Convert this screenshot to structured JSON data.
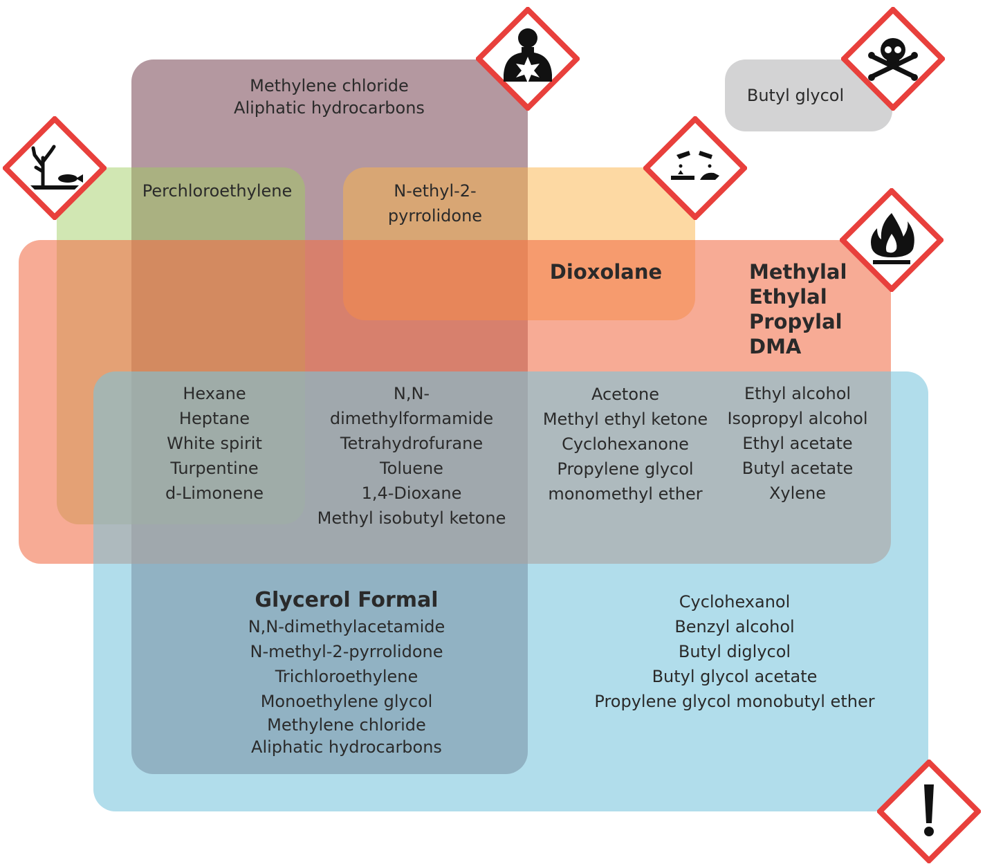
{
  "regions": {
    "cmr": {
      "lines": [
        "Methylene chloride",
        "Aliphatic hydrocarbons"
      ]
    },
    "environment": {
      "lines": [
        "Perchloroethylene"
      ]
    },
    "corrosive": {
      "lines": [
        "N-ethyl-2-",
        "pyrrolidone"
      ]
    },
    "corrosive_flammable": {
      "lines": [
        "Dioxolane"
      ]
    },
    "flammable": {
      "lines": [
        "Methylal",
        "Ethylal",
        "Propylal",
        "DMA"
      ]
    },
    "toxic": {
      "lines": [
        "Butyl glycol"
      ]
    },
    "env_flam_harm": {
      "lines": [
        "Hexane",
        "Heptane",
        "White spirit",
        "Turpentine",
        "d-Limonene"
      ]
    },
    "cmr_flam_harm": {
      "lines": [
        "N,N-",
        "dimethylformamide",
        "Tetrahydrofurane",
        "Toluene",
        "1,4-Dioxane",
        "Methyl isobutyl ketone"
      ]
    },
    "flam_harm_a": {
      "lines": [
        "Acetone",
        "Methyl ethyl ketone",
        "Cyclohexanone",
        "Propylene glycol",
        "monomethyl ether"
      ]
    },
    "flam_harm_b": {
      "lines": [
        "Ethyl alcohol",
        "Isopropyl alcohol",
        "Ethyl acetate",
        "Butyl acetate",
        "Xylene"
      ]
    },
    "cmr_harm": {
      "heading": "Glycerol Formal",
      "lines": [
        "N,N-dimethylacetamide",
        "N-methyl-2-pyrrolidone",
        "Trichloroethylene",
        "Monoethylene glycol",
        "Methylene chloride",
        "Aliphatic hydrocarbons"
      ]
    },
    "harm": {
      "lines": [
        "Cyclohexanol",
        "Benzyl alcohol",
        "Butyl diglycol",
        "Butyl glycol acetate",
        "Propylene glycol monobutyl ether"
      ]
    }
  },
  "pictograms": {
    "border_color": "#e8403c",
    "icons": [
      "health-hazard-icon",
      "toxic-skull-icon",
      "environment-icon",
      "corrosive-icon",
      "flammable-icon",
      "exclamation-icon"
    ]
  }
}
